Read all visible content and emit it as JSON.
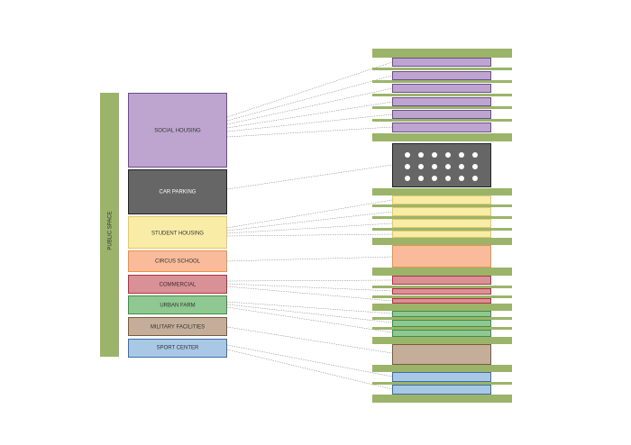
{
  "public_space": {
    "label": "PUBLIC SPACE",
    "color": "#9bb46a"
  },
  "program": [
    {
      "id": "social-housing",
      "label": "SOCIAL HOUSING",
      "fill": "#bda5d0",
      "stroke": "#6b4a90"
    },
    {
      "id": "car-parking",
      "label": "CAR PARKING",
      "fill": "#666666",
      "stroke": "#222222"
    },
    {
      "id": "student-housing",
      "label": "STUDENT HOUSING",
      "fill": "#f9eca6",
      "stroke": "#e3c96a"
    },
    {
      "id": "circus-school",
      "label": "CIRCUS SCHOOL",
      "fill": "#f9bb9a",
      "stroke": "#ea9146"
    },
    {
      "id": "commercial",
      "label": "COMMERCIAL",
      "fill": "#d99097",
      "stroke": "#b2323e"
    },
    {
      "id": "urban-farm",
      "label": "URBAN FARM",
      "fill": "#8fc890",
      "stroke": "#3e8e48"
    },
    {
      "id": "military-facilities",
      "label": "MILITARY FACILITIES",
      "fill": "#c4ae99",
      "stroke": "#7a5a3c"
    },
    {
      "id": "sport-center",
      "label": "SPORT CENTER",
      "fill": "#a8c8e6",
      "stroke": "#3a6ea6"
    }
  ],
  "colors": {
    "slab": "#9bb46a",
    "connector": "#777777",
    "parking_dot": "#ffffff"
  }
}
